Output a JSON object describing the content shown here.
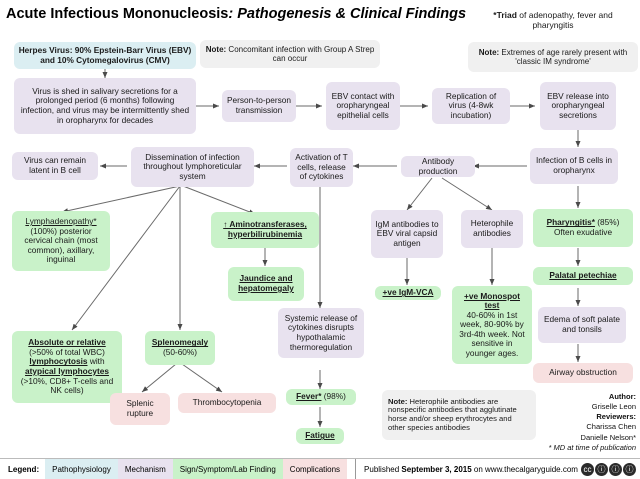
{
  "title": {
    "main": "Acute Infectious Mononucleosis",
    "sub": ": Pathogenesis & Clinical Findings"
  },
  "top_notes": {
    "triad_star": "*Triad",
    "triad_rest": " of adenopathy, fever and pharyngitis",
    "note_label": "Note:",
    "note_rest": " Extremes of age rarely present with 'classic IM syndrome'",
    "strep_label": "Note:",
    "strep_rest": " Concomitant infection with Group A Strep can occur"
  },
  "nodes": {
    "herpes_virus": "Herpes Virus: 90% Epstein-Barr Virus (EBV) and 10% Cytomegalovirus (CMV)",
    "shedding": "Virus is shed in salivary secretions for a prolonged period (6 months) following infection, and virus may be intermittently shed in oropharynx for decades",
    "person_to_person": "Person-to-person transmission",
    "ebv_contact": "EBV contact with oropharyngeal epithelial cells",
    "replication": "Replication of virus (4-8wk incubation)",
    "ebv_release": "EBV release into oropharyngeal secretions",
    "infection_b_cells": "Infection of B cells in oropharynx",
    "antibody_production": "Antibody production",
    "activation_t_cells": "Activation of T cells, release of cytokines",
    "dissemination": "Dissemination of infection throughout lymphoreticular system",
    "latent_b_cell": "Virus can remain latent in B cell",
    "lymphadenopathy_hd": "Lymphadenopathy*",
    "lymphadenopathy_body": "(100%) posterior cervical chain (most common), axillary, inguinal",
    "aminotransferases": "↑ Aminotransferases, hyperbilirubinemia",
    "jaundice": "Jaundice and hepatomegaly",
    "igm_antibodies": "IgM antibodies to EBV viral capsid antigen",
    "heterophile_antibodies": "Heterophile antibodies",
    "igm_vca": "+ve IgM-VCA",
    "monospot_hd": "+ve Monospot test",
    "monospot_body": "40-60% in 1st week, 80-90% by 3rd-4th week. Not sensitive in younger ages.",
    "pharyngitis_hd": "Pharyngitis*",
    "pharyngitis_pct": " (85%)",
    "pharyngitis_body": "Often exudative",
    "palatal_petechiae": "Palatal petechiae",
    "edema": "Edema of soft palate and tonsils",
    "airway_obstruction": "Airway obstruction",
    "lymphocytosis_a": "Absolute or relative",
    "lymphocytosis_b": "(>50% of total WBC)",
    "lymphocytosis_c": "lymphocytosis",
    "lymphocytosis_d": " with",
    "lymphocytosis_e": "atypical lymphocytes",
    "lymphocytosis_f": "(>10%, CD8+ T-cells and NK cells)",
    "splenomegaly_hd": "Splenomegaly",
    "splenomegaly_body": "(50-60%)",
    "splenic_rupture": "Splenic rupture",
    "thrombocytopenia": "Thrombocytopenia",
    "systemic_release": "Systemic release of cytokines disrupts hypothalamic thermoregulation",
    "fever_hd": "Fever*",
    "fever_pct": " (98%)",
    "fatigue": "Fatigue",
    "heterophile_note_label": "Note:",
    "heterophile_note_rest": " Heterophile antibodies are nonspecific antibodies that agglutinate horse and/or sheep erythrocytes and other species antibodies"
  },
  "credits": {
    "author_label": "Author:",
    "author_name": "Griselle Leon",
    "reviewers_label": "Reviewers:",
    "reviewer1": "Charissa Chen",
    "reviewer2": "Danielle Nelson*",
    "footnote": "* MD at time of publication"
  },
  "legend": {
    "label": "Legend:",
    "items": [
      {
        "text": "Pathophysiology",
        "color": "#dbeef2"
      },
      {
        "text": "Mechanism",
        "color": "#e8e2ef"
      },
      {
        "text": "Sign/Symptom/Lab Finding",
        "color": "#c9f2c9"
      },
      {
        "text": "Complications",
        "color": "#f7e0e0"
      }
    ],
    "published_pre": "Published ",
    "published_date": "September 3, 2015",
    "published_post": " on www.thecalgaryguide.com",
    "cc_marks": [
      "cc",
      "ⓘ",
      "ⓘ",
      "ⓘ"
    ]
  }
}
